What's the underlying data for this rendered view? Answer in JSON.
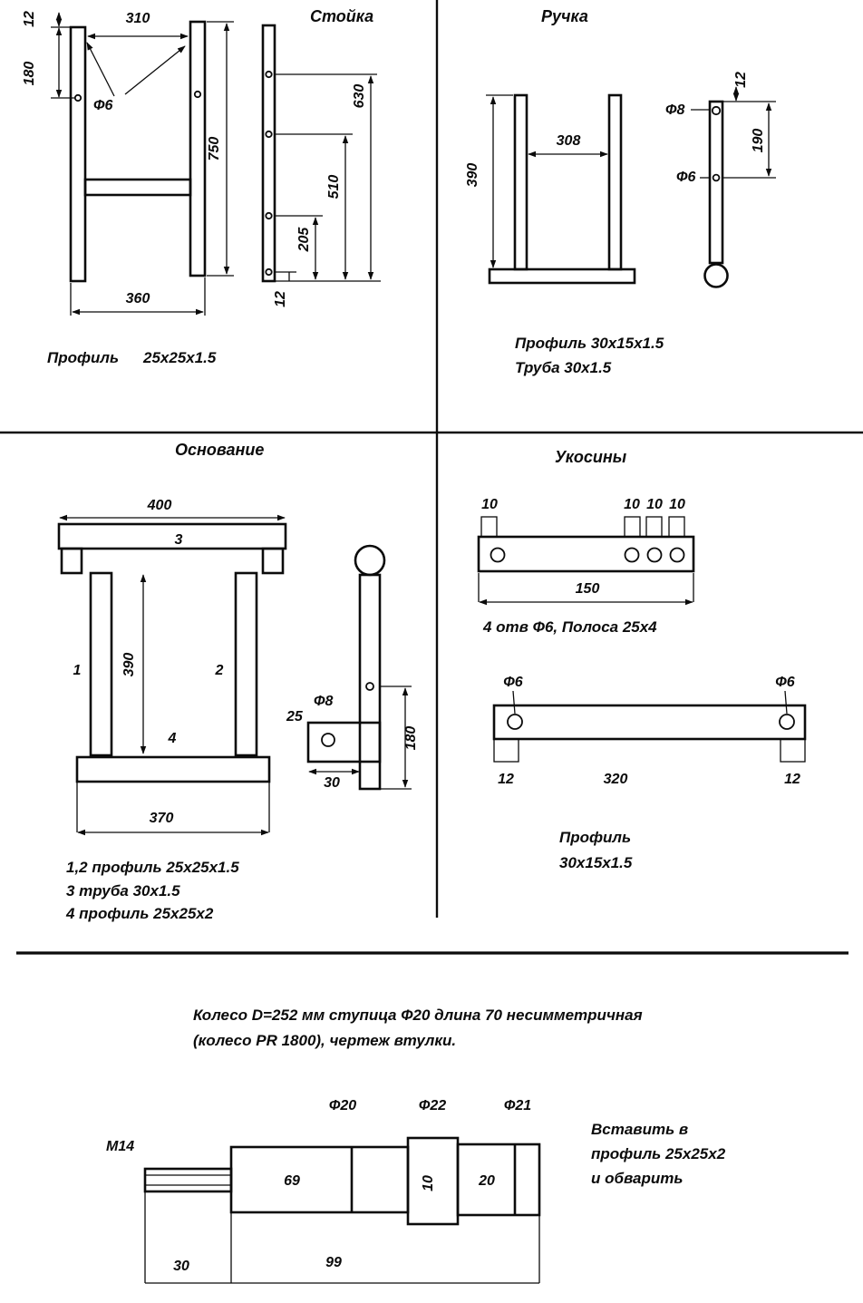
{
  "drawing": {
    "ink_color": "#0b0b0b",
    "background_color": "#ffffff"
  },
  "stoyka": {
    "title": "Стойка",
    "front": {
      "d12": "12",
      "d310": "310",
      "d180": "180",
      "f6": "Ф6",
      "d750": "750",
      "d360": "360"
    },
    "side": {
      "d630": "630",
      "d510": "510",
      "d205": "205",
      "d12": "12"
    },
    "note_label": "Профиль",
    "note_value": "25х25х1.5"
  },
  "ruchka": {
    "title": "Ручка",
    "front": {
      "d390": "390",
      "d308": "308"
    },
    "side": {
      "f8": "Ф8",
      "d12": "12",
      "d190": "190",
      "f6": "Ф6"
    },
    "note1": "Профиль 30х15х1.5",
    "note2": "Труба 30х1.5"
  },
  "osnovanie": {
    "title": "Основание",
    "front": {
      "d400": "400",
      "n1": "1",
      "n2": "2",
      "n3": "3",
      "n4": "4",
      "d390": "390",
      "d370": "370"
    },
    "side": {
      "f8": "Ф8",
      "d25": "25",
      "d30": "30",
      "d180": "180"
    },
    "note1": "1,2 профиль 25х25х1.5",
    "note2": "3 труба 30х1.5",
    "note3": "4 профиль 25х25х2"
  },
  "ukosiny": {
    "title": "Укосины",
    "strip1": {
      "d10_1": "10",
      "d10_2": "10",
      "d10_3": "10",
      "d10_4": "10",
      "d150": "150",
      "note": "4 отв Ф6, Полоса  25х4"
    },
    "strip2": {
      "f6_left": "Ф6",
      "f6_right": "Ф6",
      "d12_left": "12",
      "d320": "320",
      "d12_right": "12",
      "note1": "Профиль",
      "note2": "30х15х1.5"
    }
  },
  "vtulka": {
    "header1": "Колесо D=252 мм ступица Ф20 длина 70 несимметричная",
    "header2": "(колесо PR 1800), чертеж втулки.",
    "m14": "М14",
    "f20": "Ф20",
    "f22": "Ф22",
    "f21": "Ф21",
    "d69": "69",
    "d10": "10",
    "d20": "20",
    "d30": "30",
    "d99": "99",
    "note1": "Вставить в",
    "note2": "профиль 25х25х2",
    "note3": "и обварить"
  }
}
